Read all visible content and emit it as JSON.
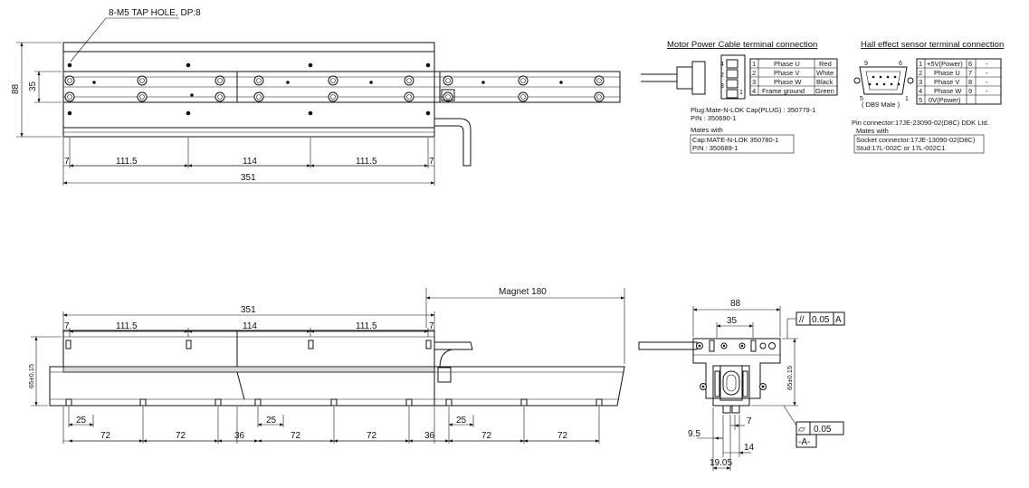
{
  "top_view": {
    "hole_note": "8-M5 TAP HOLE, DP:8",
    "dims": {
      "width": "88",
      "inner": "35",
      "left_margin": "7",
      "pitch1": "111.5",
      "pitch2": "114",
      "pitch3": "111.5",
      "right_margin": "7",
      "total": "351"
    }
  },
  "motor_cable": {
    "title": "Motor Power Cable terminal connection",
    "pins": [
      {
        "no": "1",
        "name": "Phase U",
        "color": "Red"
      },
      {
        "no": "2",
        "name": "Phase V",
        "color": "White"
      },
      {
        "no": "3",
        "name": "Phase W",
        "color": "Black"
      },
      {
        "no": "4",
        "name": "Frame ground",
        "color": "Green"
      }
    ],
    "connector_pin_labels": [
      "4",
      "2",
      "3",
      "1"
    ],
    "plug_line1": "Plug:Mate-N-LOK Cap(PLUG) : 350779-1",
    "plug_line2": "PIN : 350690-1",
    "mates_with": "Mates with",
    "mate_line1": "Cap:MATE-N-LOK 350780-1",
    "mate_line2": "PIN : 350689-1"
  },
  "hall_sensor": {
    "title": "Hall effect sensor terminal connection",
    "pins": [
      {
        "no": "1",
        "name": "+5V(Power)",
        "no2": "6",
        "name2": "-"
      },
      {
        "no": "2",
        "name": "Phase U",
        "no2": "7",
        "name2": "-"
      },
      {
        "no": "3",
        "name": "Phase V",
        "no2": "8",
        "name2": "-"
      },
      {
        "no": "4",
        "name": "Phase W",
        "no2": "9",
        "name2": "-"
      },
      {
        "no": "5",
        "name": "0V(Power)",
        "no2": "",
        "name2": ""
      }
    ],
    "db9_pins": {
      "p9": "9",
      "p6": "6",
      "p5": "5",
      "p1": "1"
    },
    "db9_label": "( DB9 Male )",
    "pin_connector": "Pin connector:17JE-23090-02(D8C) DDK Ltd.",
    "mates_with": "Mates with",
    "socket": "Socket connector:17JE-13090-02(D8C)",
    "stud": "Stud:17L-002C or 17L-002C1"
  },
  "side_view": {
    "magnet": "Magnet 180",
    "dims": {
      "total": "351",
      "left_margin": "7",
      "pitch1": "111.5",
      "pitch2": "114",
      "pitch3": "111.5",
      "right_margin": "7",
      "height": "65±0.15",
      "gap1": "25",
      "gap2": "25",
      "gap3": "25",
      "m1": "72",
      "m2": "72",
      "m3": "36",
      "m4": "72",
      "m5": "72",
      "m6": "36",
      "m7": "72",
      "m8": "72"
    }
  },
  "end_view": {
    "dims": {
      "width": "88",
      "inner": "35",
      "height": "65±0.15",
      "d95": "9.5",
      "d7": "7",
      "d14": "14",
      "d1905": "19.05"
    },
    "tol_parallel": {
      "symbol": "//",
      "value": "0.05",
      "datum": "A"
    },
    "tol_flat": {
      "symbol": "▱",
      "value": "0.05",
      "datum": "-A-"
    }
  }
}
